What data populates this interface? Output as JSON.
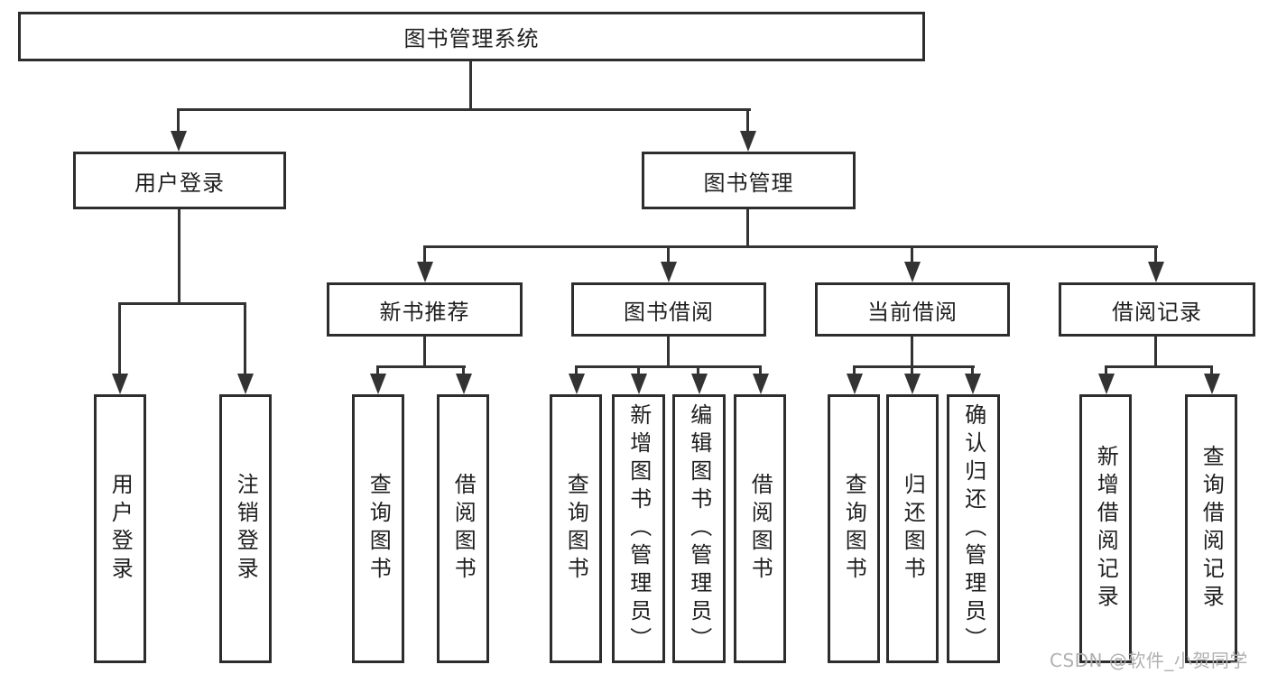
{
  "diagram": {
    "root": {
      "label": "图书管理系统"
    },
    "level2": [
      {
        "label": "用户登录"
      },
      {
        "label": "图书管理"
      }
    ],
    "level3": [
      {
        "label": "新书推荐"
      },
      {
        "label": "图书借阅"
      },
      {
        "label": "当前借阅"
      },
      {
        "label": "借阅记录"
      }
    ],
    "leaves": {
      "user_login": [
        "用户登录",
        "注销登录"
      ],
      "new_book_recommend": [
        "查询图书",
        "借阅图书"
      ],
      "book_borrow": [
        "查询图书",
        "新增图书（管理员）",
        "编辑图书（管理员）",
        "借阅图书"
      ],
      "current_borrow": [
        "查询图书",
        "归还图书",
        "确认归还（管理员）"
      ],
      "borrow_records": [
        "新增借阅记录",
        "查询借阅记录"
      ]
    }
  },
  "watermark": {
    "text": "CSDN @软件_小贺同学"
  },
  "colors": {
    "line": "#333333",
    "border": "#2d2d2d",
    "text": "#1f1f1f",
    "watermark": "#b0b0b0",
    "background": "#ffffff"
  }
}
